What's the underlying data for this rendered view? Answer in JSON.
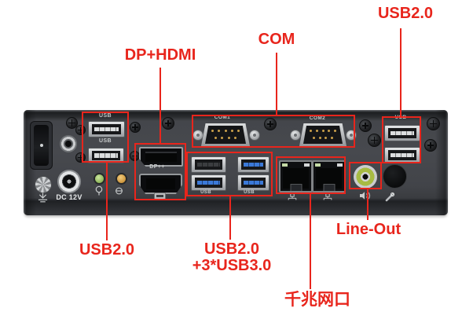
{
  "colors": {
    "annotation_red": "#e8251c",
    "chassis_face": "#45474c",
    "usb3_blue": "#3b79d8",
    "lineout_green": "#a7bb43",
    "power_led_green": "#8dbb4e",
    "hdd_led_amber": "#d8902c"
  },
  "device": {
    "name": "mini-pc-rear-io-panel",
    "labels": {
      "usb": "USB",
      "dp": "DP++",
      "com1": "COM1",
      "com2": "COM2",
      "dc_power": "DC 12V"
    }
  },
  "annotations": {
    "usb_top": {
      "label": "USB2.0"
    },
    "com": {
      "label": "COM"
    },
    "dp_hdmi": {
      "label": "DP+HDMI"
    },
    "usb_left": {
      "label": "USB2.0"
    },
    "usb_cluster": {
      "line1": "USB2.0",
      "line2": "+3*USB3.0"
    },
    "lan": {
      "label": "千兆网口"
    },
    "line_out": {
      "label": "Line-Out"
    }
  }
}
